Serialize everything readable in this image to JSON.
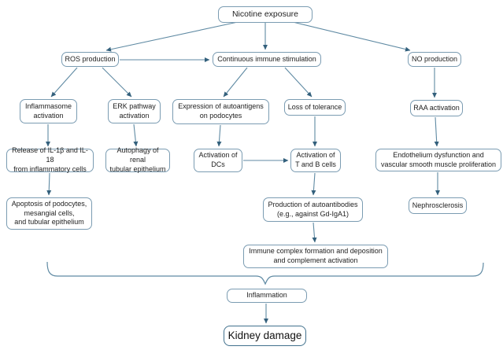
{
  "diagram": {
    "type": "flowchart",
    "topic": "Mechanisms of nicotine-induced kidney damage",
    "colors": {
      "box_border": "#7b9cb2",
      "final_box_border": "#41718d",
      "connector": "#5f8aa3",
      "arrowhead": "#33607c",
      "text": "#1e1e1e",
      "background": "#ffffff"
    },
    "nodes": {
      "nicotine": {
        "label": "Nicotine exposure"
      },
      "ros": {
        "label": "ROS production"
      },
      "cis": {
        "label": "Continuous immune stimulation"
      },
      "no": {
        "label": "NO production"
      },
      "inflammasome": {
        "label": "Inflammasome\nactivation"
      },
      "erk": {
        "label": "ERK pathway\nactivation"
      },
      "autoantigens": {
        "label": "Expression of autoantigens\non podocytes"
      },
      "tolerance": {
        "label": "Loss of tolerance"
      },
      "raa": {
        "label": "RAA activation"
      },
      "il": {
        "label": "Release of IL-1β and IL-18\nfrom inflammatory cells"
      },
      "autophagy": {
        "label": "Autophagy of renal\ntubular epithelium"
      },
      "dcs": {
        "label": "Activation of\nDCs"
      },
      "tb": {
        "label": "Activation of\nT and B cells"
      },
      "endo": {
        "label": "Endothelium dysfunction and\nvascular smooth muscle proliferation"
      },
      "apoptosis": {
        "label": "Apoptosis of podocytes,\nmesangial cells,\nand tubular epithelium"
      },
      "autoantibodies": {
        "label": "Production of autoantibodies\n(e.g., against Gd-IgA1)"
      },
      "nephro": {
        "label": "Nephrosclerosis"
      },
      "complex": {
        "label": "Immune complex formation and deposition\nand complement activation"
      },
      "inflammation": {
        "label": "Inflammation"
      },
      "kidney": {
        "label": "Kidney damage"
      }
    },
    "edges": [
      {
        "from": "nicotine",
        "to": "ros"
      },
      {
        "from": "nicotine",
        "to": "cis"
      },
      {
        "from": "nicotine",
        "to": "no"
      },
      {
        "from": "ros",
        "to": "cis"
      },
      {
        "from": "ros",
        "to": "inflammasome"
      },
      {
        "from": "ros",
        "to": "erk"
      },
      {
        "from": "cis",
        "to": "autoantigens"
      },
      {
        "from": "cis",
        "to": "tolerance"
      },
      {
        "from": "no",
        "to": "raa"
      },
      {
        "from": "inflammasome",
        "to": "il"
      },
      {
        "from": "erk",
        "to": "autophagy"
      },
      {
        "from": "autoantigens",
        "to": "dcs"
      },
      {
        "from": "tolerance",
        "to": "tb"
      },
      {
        "from": "raa",
        "to": "endo"
      },
      {
        "from": "il",
        "to": "apoptosis"
      },
      {
        "from": "dcs",
        "to": "tb"
      },
      {
        "from": "tb",
        "to": "autoantibodies"
      },
      {
        "from": "endo",
        "to": "nephro"
      },
      {
        "from": "autoantibodies",
        "to": "complex"
      },
      {
        "from": "all-pathways-brace",
        "to": "inflammation"
      },
      {
        "from": "inflammation",
        "to": "kidney"
      }
    ]
  }
}
